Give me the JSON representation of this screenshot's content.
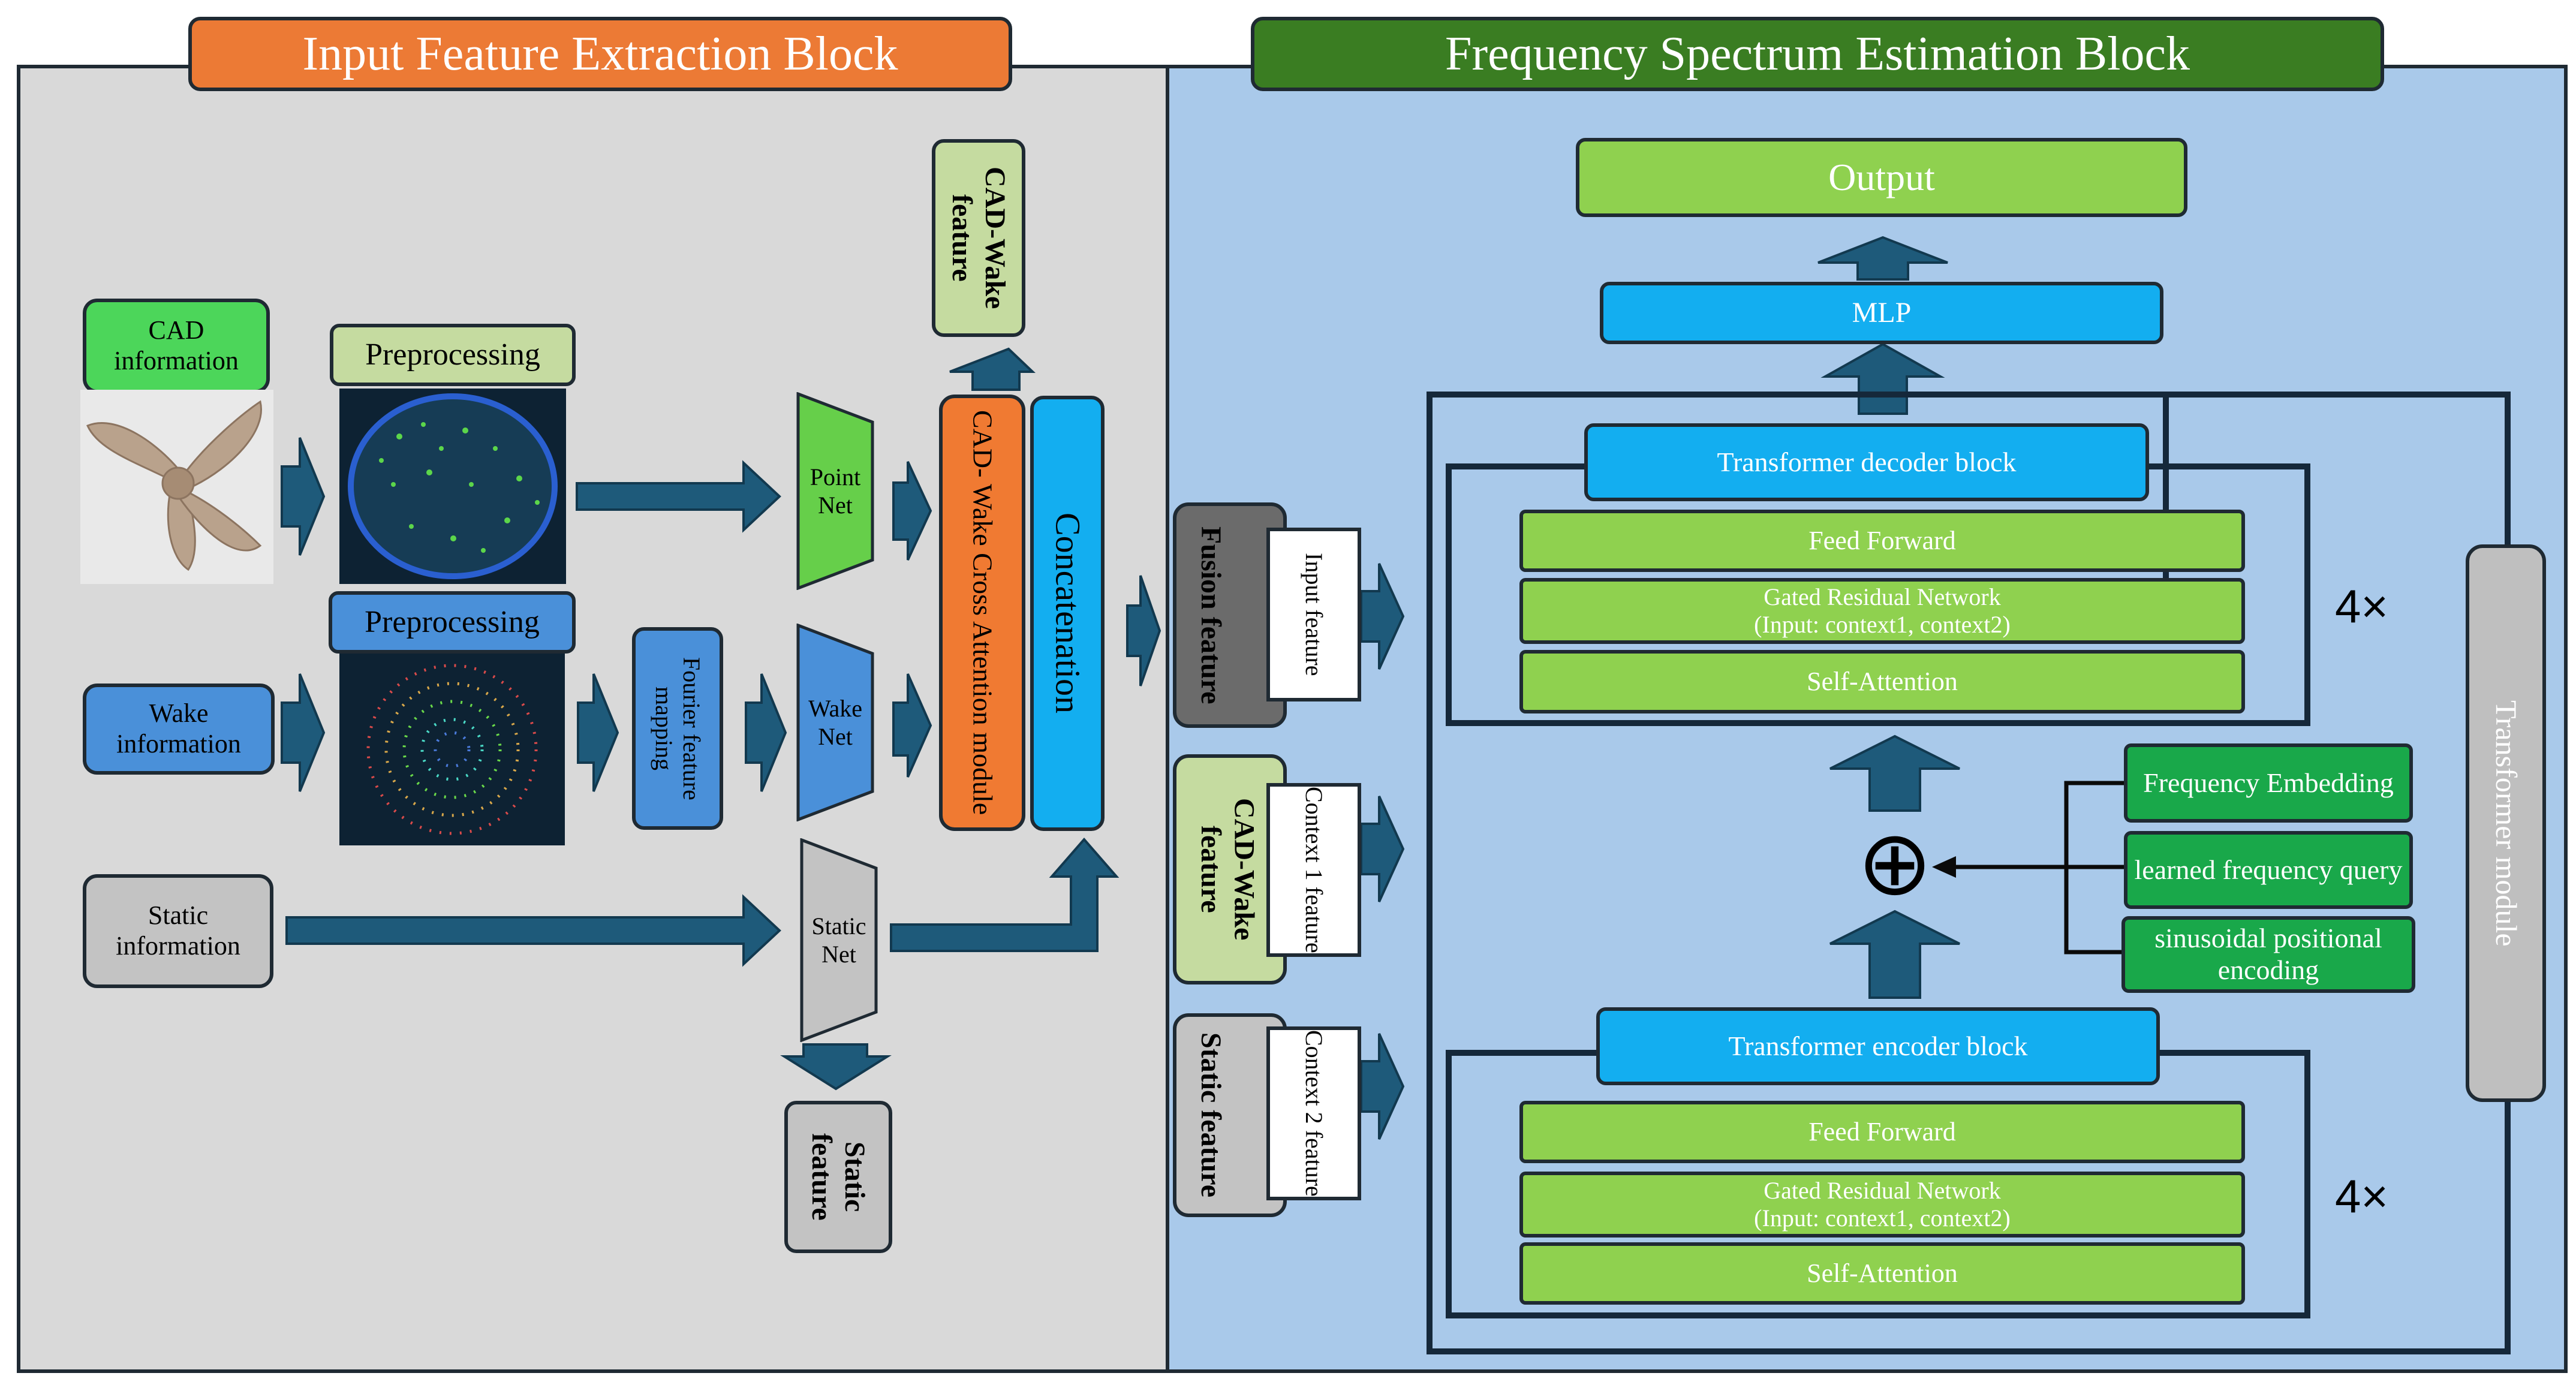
{
  "blocks": {
    "left_title": "Input Feature Extraction Block",
    "right_title": "Frequency Spectrum Estimation Block"
  },
  "inputs": {
    "cad": "CAD information",
    "wake": "Wake information",
    "static": "Static information"
  },
  "preprocessing": {
    "top": "Preprocessing",
    "mid": "Preprocessing",
    "fourier": "Fourier feature mapping"
  },
  "nets": {
    "point": "Point Net",
    "wake": "Wake Net",
    "static": "Static Net"
  },
  "fusion": {
    "cross_attention": "CAD- Wake Cross Attention module",
    "concatenation": "Concatenation",
    "cad_wake_out": "CAD-Wake feature",
    "static_out": "Static feature"
  },
  "features": {
    "fusion": "Fusion feature",
    "fusion_tag": "Input feature",
    "cad_wake": "CAD-Wake feature",
    "cad_wake_tag": "Context 1 feature",
    "static": "Static feature",
    "static_tag": "Context 2 feature"
  },
  "transformer": {
    "output": "Output",
    "mlp": "MLP",
    "decoder_title": "Transformer decoder block",
    "encoder_title": "Transformer encoder block",
    "feed_forward": "Feed Forward",
    "grn_line1": "Gated Residual Network",
    "grn_line2": "(Input: context1, context2)",
    "self_attention": "Self-Attention",
    "repeat": "4×",
    "module_label": "Transformer  module",
    "plus_symbol": "⊕",
    "freq_embedding": "Frequency Embedding",
    "learned_query": "learned frequency query",
    "sinusoidal": "sinusoidal positional encoding"
  },
  "colors": {
    "left_panel_bg": "#d9d9d9",
    "right_panel_bg": "#a9c9ea",
    "left_title_bg": "#ec7a35",
    "right_title_bg": "#3a7d22",
    "arrow": "#1e5a7a"
  }
}
